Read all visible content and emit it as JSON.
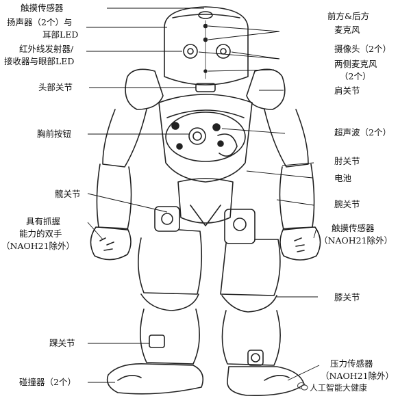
{
  "labels": {
    "touch_head": "触摸传感器",
    "speaker_1": "扬声器（2个）与",
    "speaker_2": "耳部LED",
    "ir_1": "红外线发射器/",
    "ir_2": "接收器与眼部LED",
    "neck": "头部关节",
    "chest_button": "胸前按钮",
    "hip": "髋关节",
    "hand_1": "具有抓握",
    "hand_2": "能力的双手",
    "hand_3": "（NAOH21除外）",
    "ankle": "踝关节",
    "bumper": "碰撞器（2个）",
    "mic_front_1": "前方&后方",
    "mic_front_2": "麦克风",
    "camera": "摄像头（2个）",
    "mic_side_1": "两侧麦克风",
    "mic_side_2": "（2个）",
    "shoulder": "肩关节",
    "sonar": "超声波（2个）",
    "elbow": "肘关节",
    "battery": "电池",
    "wrist": "腕关节",
    "touch_hand_1": "触摸传感器",
    "touch_hand_2": "（NAOH21除外）",
    "knee": "膝关节",
    "pressure_1": "压力传感器",
    "pressure_2": "（NAOH21除外）"
  },
  "watermark": "人工智能大健康"
}
